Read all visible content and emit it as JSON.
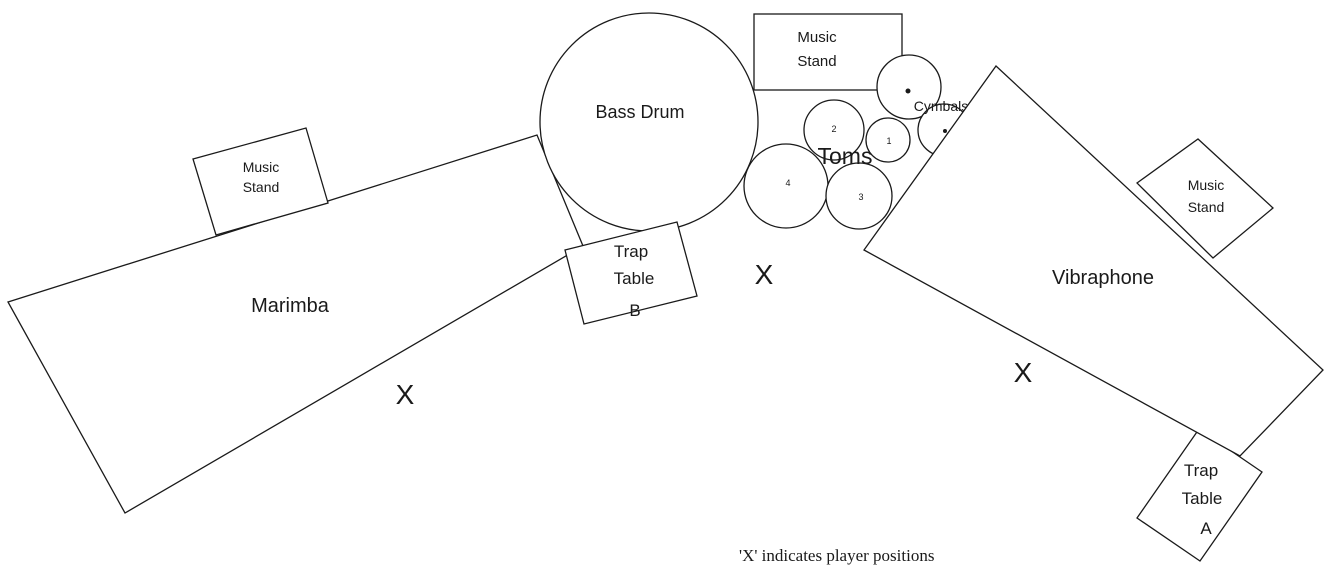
{
  "instruments": {
    "marimba": "Marimba",
    "vibraphone": "Vibraphone",
    "bass_drum": "Bass Drum",
    "toms": "Toms",
    "cymbals": "Cymbals"
  },
  "music_stand": {
    "line1": "Music",
    "line2": "Stand"
  },
  "trap_table_b": {
    "line1": "Trap",
    "line2": "Table",
    "line3": "B"
  },
  "trap_table_a": {
    "line1": "Trap",
    "line2": "Table",
    "line3": "A"
  },
  "tom_numbers": {
    "t1": "1",
    "t2": "2",
    "t3": "3",
    "t4": "4"
  },
  "player_marker": "X",
  "note": "'X' indicates player positions"
}
